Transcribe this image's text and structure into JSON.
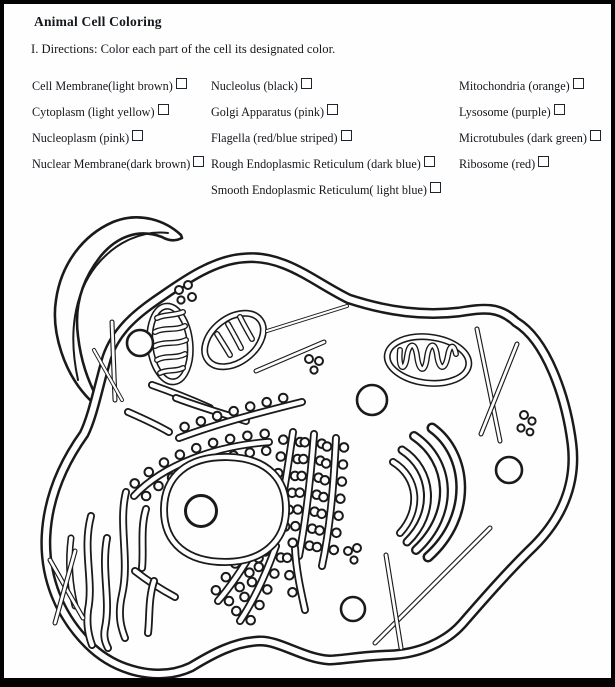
{
  "header": {
    "title": "Animal Cell Coloring",
    "directions": "I. Directions: Color each part of the cell its designated color."
  },
  "checklist": {
    "col1": [
      {
        "label": "Cell Membrane(light brown)"
      },
      {
        "label": "Cytoplasm (light yellow)"
      },
      {
        "label": "Nucleoplasm (pink)"
      },
      {
        "label": "Nuclear Membrane(dark brown)"
      }
    ],
    "col2": [
      {
        "label": "Nucleolus (black)"
      },
      {
        "label": "Golgi Apparatus (pink)"
      },
      {
        "label": "Flagella (red/blue striped)"
      },
      {
        "label": "Rough Endoplasmic Reticulum (dark blue)"
      },
      {
        "label": "Smooth Endoplasmic Reticulum( light blue)"
      }
    ],
    "col3": [
      {
        "label": "Mitochondria (orange)"
      },
      {
        "label": "Lysosome (purple)"
      },
      {
        "label": "Microtubules (dark green)"
      },
      {
        "label": "Ribosome (red)"
      }
    ]
  },
  "diagram": {
    "ink_color": "#1a1a1a",
    "paper_color": "#fefefe"
  }
}
